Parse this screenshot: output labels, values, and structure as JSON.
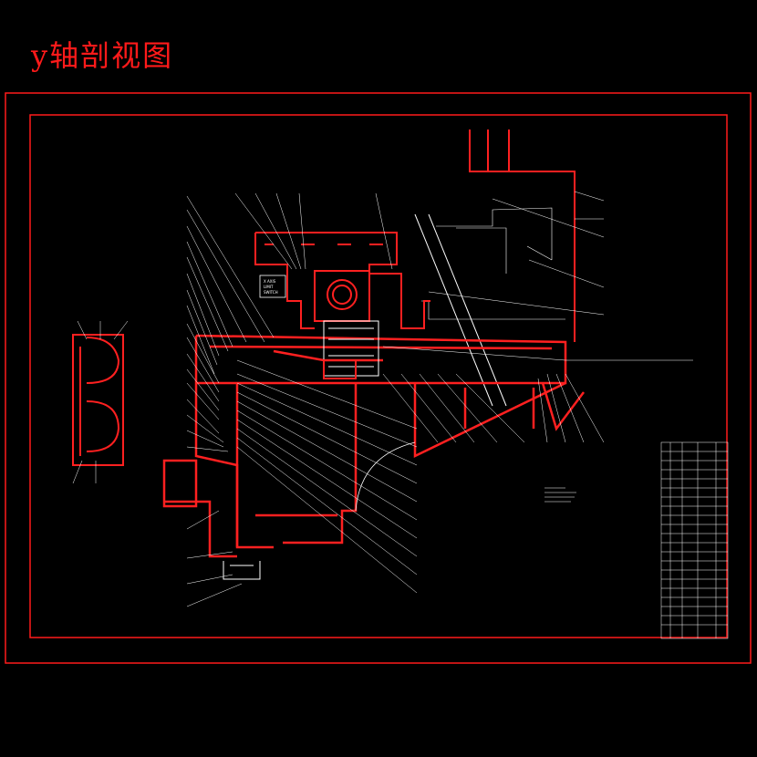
{
  "title": "y轴剖视图",
  "limit_switch_label_lines": [
    "X AXIS",
    "LIMIT",
    "SWITCH"
  ],
  "colors": {
    "background": "#000000",
    "frame": "#ff1a1a",
    "lines": "#ffffff",
    "section": "#ff2020"
  }
}
